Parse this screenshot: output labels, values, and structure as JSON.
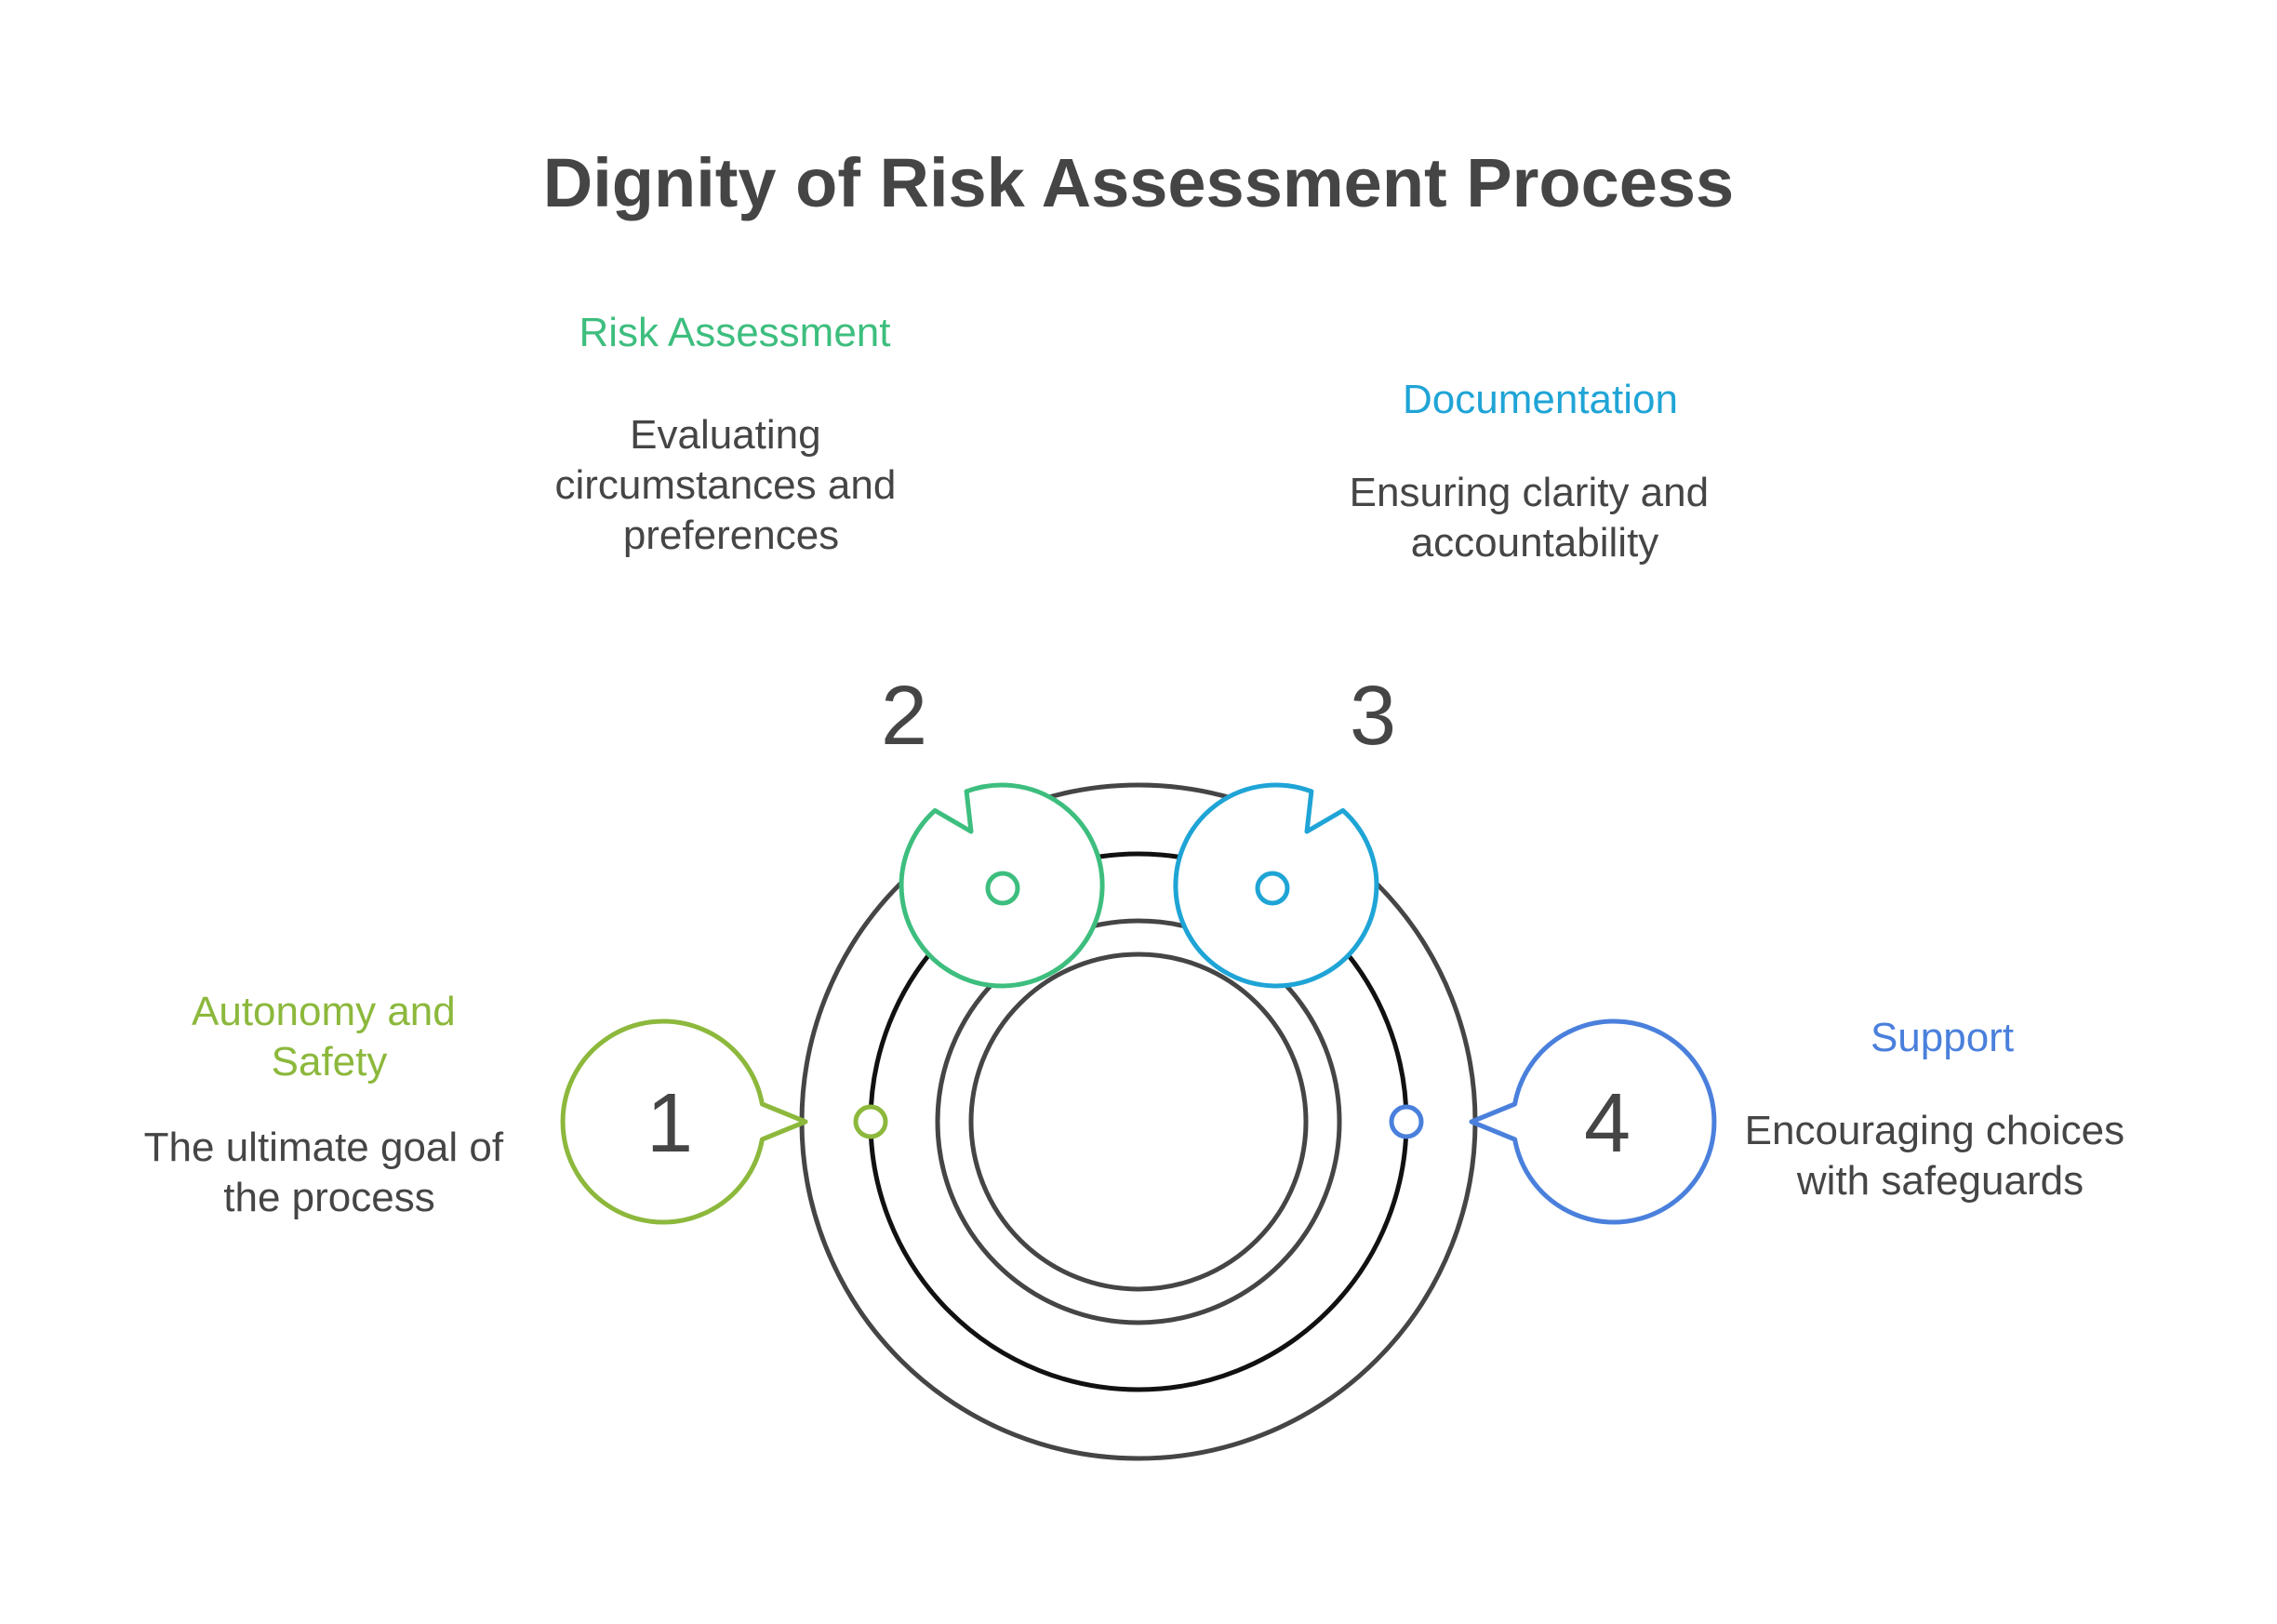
{
  "title": "Dignity of Risk Assessment Process",
  "steps": [
    {
      "number": "1",
      "title_lines": [
        "Autonomy and",
        "Safety"
      ],
      "desc_lines": [
        "The ultimate goal of",
        "the process"
      ],
      "color": "#8CB83C"
    },
    {
      "number": "2",
      "title_lines": [
        "Risk Assessment"
      ],
      "desc_lines": [
        "Evaluating",
        "circumstances and",
        "preferences"
      ],
      "color": "#3DBE7E"
    },
    {
      "number": "3",
      "title_lines": [
        "Documentation"
      ],
      "desc_lines": [
        "Ensuring clarity and",
        "accountability"
      ],
      "color": "#1FA4D6"
    },
    {
      "number": "4",
      "title_lines": [
        "Support"
      ],
      "desc_lines": [
        "Encouraging choices",
        "with safeguards"
      ],
      "color": "#4A80DC"
    }
  ]
}
